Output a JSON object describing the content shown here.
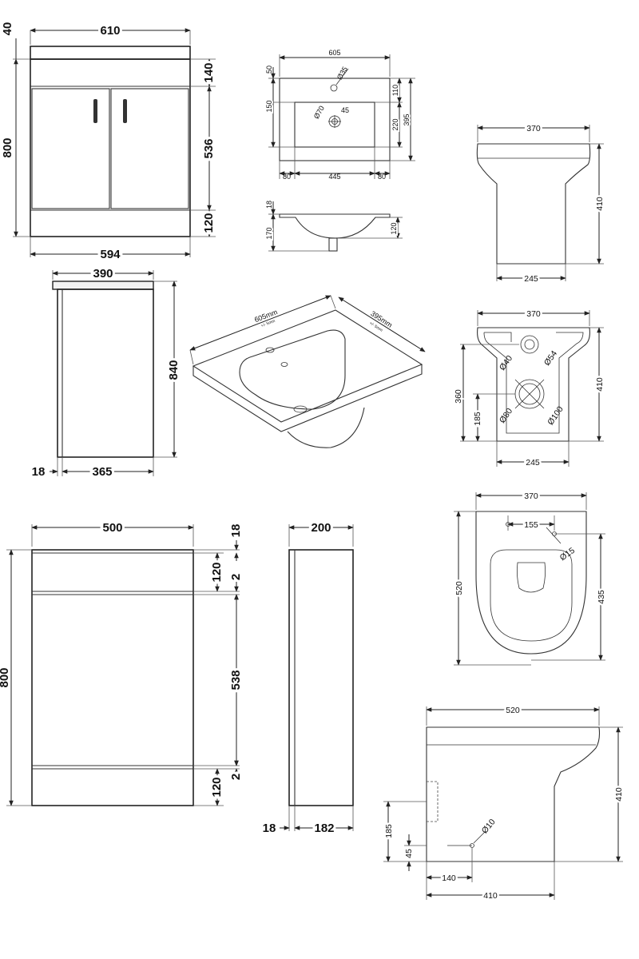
{
  "vanity_unit": {
    "front": {
      "top_overhang": "40",
      "top_width": "610",
      "height": "800",
      "drawer_height": "140",
      "door_height": "536",
      "plinth_height": "120",
      "base_width": "594"
    },
    "side": {
      "depth": "390",
      "height": "840",
      "door_thickness": "18",
      "carcass_depth": "365"
    }
  },
  "basin": {
    "plan": {
      "width": "605",
      "top_margin": "50",
      "tap_hole": "Ø35",
      "bowl_offset": "150",
      "waste": "Ø70",
      "waste_offset": "45",
      "front_margin": "110",
      "bowl_depth": "220",
      "depth": "395",
      "side_left": "80",
      "bowl_width": "445",
      "side_right": "80"
    },
    "section": {
      "rim": "18",
      "height": "170",
      "bowl_height": "120"
    },
    "iso": {
      "width": "605mm",
      "width_tol": "+/- 5mm",
      "depth": "395mm",
      "depth_tol": "+/- 5mm"
    }
  },
  "toilet_unit": {
    "front": {
      "width": "500",
      "height": "800",
      "top_thickness": "18",
      "top_panel": "120",
      "gap_top": "2",
      "panel": "538",
      "plinth": "120",
      "gap_bottom": "2"
    },
    "side": {
      "depth": "200",
      "door_thickness": "18",
      "carcass_depth": "182"
    }
  },
  "pan": {
    "front": {
      "width": "370",
      "height": "410",
      "base_width": "245"
    },
    "rear": {
      "width": "370",
      "height": "410",
      "inlet_height": "360",
      "outlet_height": "185",
      "inlet_inner": "Ø40",
      "inlet_outer": "Ø54",
      "outlet_inner": "Ø80",
      "outlet_outer": "Ø100",
      "base_width": "245"
    },
    "plan": {
      "width": "370",
      "fixing_centres": "155",
      "fixing_hole": "Ø15",
      "length": "520",
      "bowl_length": "435"
    },
    "side": {
      "length": "520",
      "height": "410",
      "outlet_height": "185",
      "fixing_height": "45",
      "fixing_hole": "Ø10",
      "fixing_offset": "140",
      "foot_length": "410"
    }
  }
}
